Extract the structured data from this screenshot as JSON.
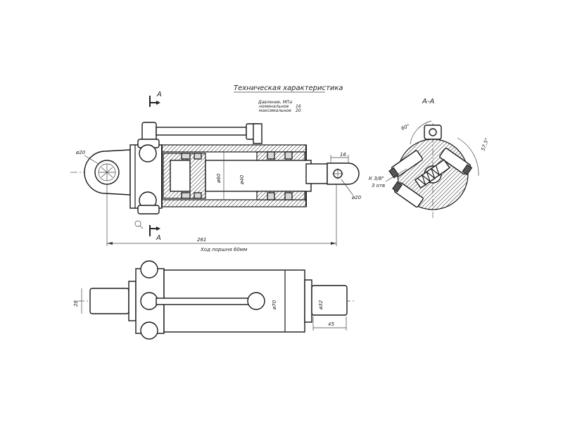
{
  "drawing": {
    "title": "Техническая характеристика",
    "pressure_label": "Давление, МПа",
    "nominal_label": "номинальное",
    "nominal_value": "16",
    "max_label": "максимальное",
    "max_value": "20",
    "section_mark": "A",
    "section_title": "A-A"
  },
  "dimensions": {
    "eye_dia": "ø20",
    "bore_dia": "ø60",
    "rod_dia": "ø40",
    "rod_end_dia": "ø20",
    "rod_end_width": "16",
    "total_length": "261",
    "stroke": "Ход поршня 60мм",
    "port_angle": "60°",
    "side_angle": "57,5°",
    "thread": "К 3/8\"",
    "thread_count": "3 отв",
    "pin_dia": "28",
    "body_dia": "ø70",
    "rod_boss_dia": "ø32",
    "rod_boss_len": "45"
  }
}
